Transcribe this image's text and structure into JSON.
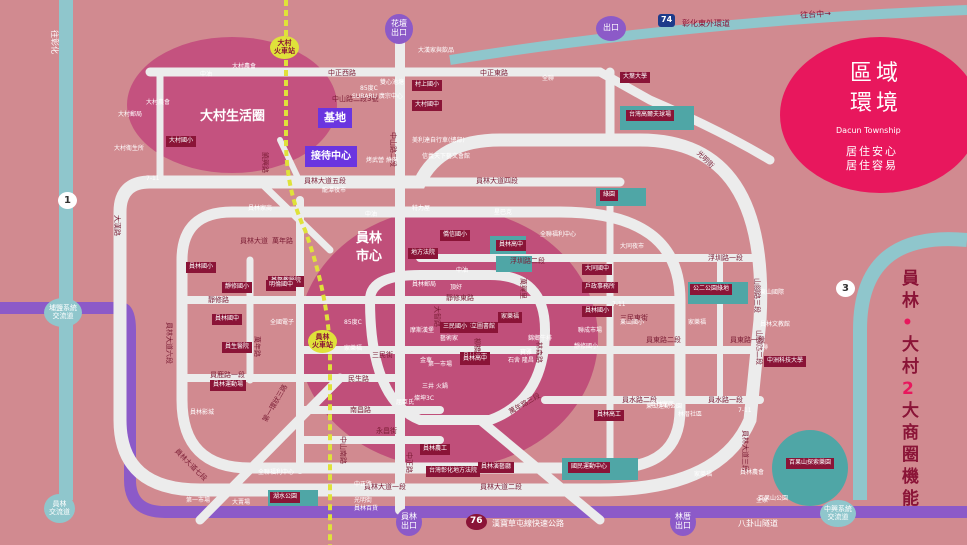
{
  "title": {
    "line1": "區域",
    "line2": "環境",
    "english": "Dacun Township",
    "tag1": "居住安心",
    "tag2": "居住容易"
  },
  "side_banner": [
    "員",
    "林",
    "•",
    "大",
    "村",
    "2",
    "大",
    "商",
    "圈",
    "機",
    "能"
  ],
  "circles": {
    "dacun_zone": "大村生活圈",
    "yuanlin_center_1": "員林",
    "yuanlin_center_2": "市心"
  },
  "badges": {
    "site": "基地",
    "reception": "接待中心"
  },
  "stations": {
    "dacun": "大村\n火車站",
    "yuanlin": "員林\n火車站"
  },
  "exits": {
    "huatan": "花壇\n出口",
    "top": "出口",
    "yuanlin": "員林\n出口",
    "linchuang": "林厝\n出口"
  },
  "interchanges": {
    "changhua": "埔鹽系統\n交流道",
    "yuanlin": "員林\n交流道",
    "zhongxing": "中興系統\n交流道"
  },
  "highways": {
    "route1": "1",
    "route3": "3",
    "route74": "74",
    "route76": "76",
    "changhua_east": "彰化東外環道",
    "to_taichung": "往台中→",
    "to_changhua": "往彰化",
    "expressway_76": "漢寶草屯線快速公路",
    "bagua_tunnel": "八卦山隧道"
  },
  "roads": [
    {
      "text": "中正西路"
    },
    {
      "text": "中正東路"
    },
    {
      "text": "中山路二段3號"
    },
    {
      "text": "中山路二段"
    },
    {
      "text": "員林大道五段"
    },
    {
      "text": "員林大道四段"
    },
    {
      "text": "饒興路"
    },
    {
      "text": "浮圳路一段"
    },
    {
      "text": "浮圳路二段"
    },
    {
      "text": "靜修路"
    },
    {
      "text": "靜修東路"
    },
    {
      "text": "三民東街"
    },
    {
      "text": "三民街"
    },
    {
      "text": "員東路二段"
    },
    {
      "text": "員東路一段"
    },
    {
      "text": "員鹿路一段"
    },
    {
      "text": "員水路二段"
    },
    {
      "text": "員水路一段"
    },
    {
      "text": "民生路"
    },
    {
      "text": "南昌路"
    },
    {
      "text": "永昌街"
    },
    {
      "text": "員林大道一段"
    },
    {
      "text": "員林大道二段"
    },
    {
      "text": "大漢路"
    },
    {
      "text": "員林大道六段"
    },
    {
      "text": "員林大道七段"
    },
    {
      "text": "萬年路"
    },
    {
      "text": "第一環狀三路"
    },
    {
      "text": "萬年路三段"
    },
    {
      "text": "萬興里"
    },
    {
      "text": "山腳路三段"
    },
    {
      "text": "山腳路二段"
    },
    {
      "text": "員林大道三段"
    },
    {
      "text": "中山南路"
    },
    {
      "text": "中正路"
    },
    {
      "text": "大智路"
    },
    {
      "text": "柳橋路"
    },
    {
      "text": "林森路"
    },
    {
      "text": "萬年路"
    },
    {
      "text": "光明街"
    },
    {
      "text": "員林大道"
    }
  ],
  "facilities": [
    {
      "text": "大村國小"
    },
    {
      "text": "村上國小"
    },
    {
      "text": "大村國中"
    },
    {
      "text": "大葉大學"
    },
    {
      "text": "台灣高爾夫球場"
    },
    {
      "text": "員林國小"
    },
    {
      "text": "靜修國小"
    },
    {
      "text": "基督教醫院"
    },
    {
      "text": "員林國中"
    },
    {
      "text": "員生醫院"
    },
    {
      "text": "員林運動場"
    },
    {
      "text": "僑信國小"
    },
    {
      "text": "地方法院"
    },
    {
      "text": "市立圖書館"
    },
    {
      "text": "員林公園"
    },
    {
      "text": "家樂福"
    },
    {
      "text": "大同國中"
    },
    {
      "text": "戶政事務所"
    },
    {
      "text": "員林國小"
    },
    {
      "text": "公二公園綠地"
    },
    {
      "text": "中洲科技大學"
    },
    {
      "text": "員林高工"
    },
    {
      "text": "國民運動中心"
    },
    {
      "text": "百果山探索樂園"
    },
    {
      "text": "員林高中"
    },
    {
      "text": "台灣彰化地方法院"
    },
    {
      "text": "員林演藝廳"
    },
    {
      "text": "湖水公園"
    },
    {
      "text": "綠園"
    },
    {
      "text": "三民國小"
    },
    {
      "text": "員林農工"
    },
    {
      "text": "明倫國中"
    },
    {
      "text": "員林高中"
    }
  ],
  "pois": [
    {
      "text": "大漢家與飲品"
    },
    {
      "text": "大村農會"
    },
    {
      "text": "中油"
    },
    {
      "text": "大村農會"
    },
    {
      "text": "大村郵局"
    },
    {
      "text": "大村衛生所"
    },
    {
      "text": "全聯"
    },
    {
      "text": "雙心池塘"
    },
    {
      "text": "85度C"
    },
    {
      "text": "SUBARU 廣宗中心"
    },
    {
      "text": "美利達自行車(總部)"
    },
    {
      "text": "信義天下藝文會館"
    },
    {
      "text": "烤武營 燒肉"
    },
    {
      "text": "7-11"
    },
    {
      "text": "龍潭夜市"
    },
    {
      "text": "員林家商"
    },
    {
      "text": "中油"
    },
    {
      "text": "特力屋"
    },
    {
      "text": "星巴克"
    },
    {
      "text": "全聯福利中心"
    },
    {
      "text": "大同夜市"
    },
    {
      "text": "7-11"
    },
    {
      "text": "頂好"
    },
    {
      "text": "家樂福"
    },
    {
      "text": "中油"
    },
    {
      "text": "員林郵局"
    },
    {
      "text": "聯成市場"
    },
    {
      "text": "靜修國小"
    },
    {
      "text": "85度C"
    },
    {
      "text": "摩斯漢堡"
    },
    {
      "text": "錦鄉牛排"
    },
    {
      "text": "家樂福"
    },
    {
      "text": "金車"
    },
    {
      "text": "三井 火鍋"
    },
    {
      "text": "第一市場"
    },
    {
      "text": "石舍 隆昌"
    },
    {
      "text": "寶雅"
    },
    {
      "text": "屈臣氏"
    },
    {
      "text": "燦坤3C"
    },
    {
      "text": "員林影城"
    },
    {
      "text": "全聯福利中心"
    },
    {
      "text": "第一市場"
    },
    {
      "text": "大賣場"
    },
    {
      "text": "全家"
    },
    {
      "text": "員林文教館"
    },
    {
      "text": "全聯"
    },
    {
      "text": "7-11"
    },
    {
      "text": "家樂福"
    },
    {
      "text": "光明街"
    },
    {
      "text": "員林百貨"
    },
    {
      "text": "員林家商"
    },
    {
      "text": "東山國小"
    },
    {
      "text": "東山運動公園"
    },
    {
      "text": "林厝社區"
    },
    {
      "text": "百果山公園"
    },
    {
      "text": "員林農會"
    },
    {
      "text": "中正路"
    },
    {
      "text": "全國電子"
    },
    {
      "text": "藝術家"
    },
    {
      "text": "東山國際"
    }
  ],
  "colors": {
    "bg": "#d18a90",
    "road": "#ececec",
    "highway": "#8c5ac8",
    "ring_road": "#8fc6cc",
    "rail": "#dfe23a",
    "accent": "#e8175d",
    "facility": "#8a1437",
    "teal": "#4fa6a6"
  }
}
